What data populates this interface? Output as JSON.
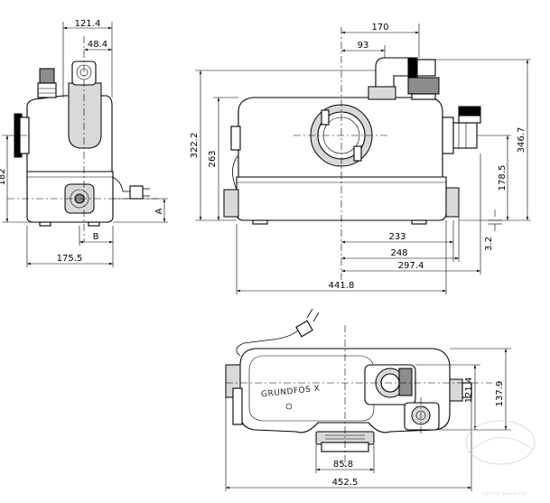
{
  "dimensions": {
    "front_top_width": "121.4",
    "front_top_inner": "48.4",
    "front_height_left": "182",
    "front_label_a": "A",
    "front_label_b": "B",
    "front_base_width": "175.5",
    "side_top_right": "170",
    "side_top_inner": "93",
    "side_height_total_left": "322.2",
    "side_height_body": "263",
    "side_height_outlet": "178.5",
    "side_height_total_right": "346.7",
    "side_base_233": "233",
    "side_base_248": "248",
    "side_base_297": "297.4",
    "side_base_small": "3.2",
    "side_base_total": "441.8",
    "top_height_inner": "121.4",
    "top_height_outer": "137.9",
    "top_outlet_width": "85.8",
    "top_total_width": "452.5"
  },
  "logo_text": "GRUNDFOS X",
  "watermark_text": "vannu pasaule",
  "colors": {
    "ink": "#000000",
    "body_fill": "#ffffff",
    "shade_fill": "#d9d9d9",
    "dark_fill": "#8c8c8c",
    "watermark": "#c9d6e0"
  }
}
